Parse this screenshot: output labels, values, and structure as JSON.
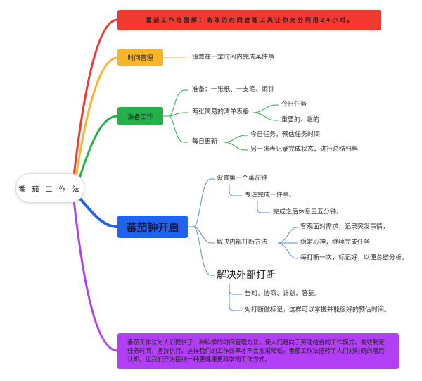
{
  "center": {
    "label": "番 茄 工 作 法"
  },
  "branches": {
    "title": {
      "label": "番 茄 工 作 法 图 解 ： 高 效 的 时 间 管 理 工 具 让 你 充 分 利 用 2 4 小 时 。",
      "color": "#f2392f"
    },
    "time": {
      "label": "时间管理",
      "color": "#f7b52c",
      "children": [
        "设置在一定时间内完成某件事"
      ]
    },
    "prep": {
      "label": "准备工作",
      "color": "#26b04a",
      "c1": "准备：一张纸、一支笔、闹钟",
      "c2": "两张简易的清单表格",
      "c2a": "今日任务",
      "c2b": "重要的、急的",
      "c3": "每日更新",
      "c3a": "今日任务，预估任务时间",
      "c3b": "另一张表记录完成状态，进行总结归档"
    },
    "start": {
      "label": "蕃茄钟开启",
      "color": "#1f63ee",
      "c1": "设置第一个蕃茄钟",
      "c1a": "专注完成一件事。",
      "c1b": "完成之后休息三五分钟。",
      "c2": "解决内部打断方法",
      "c2a": "客观面对需求，记录突发事情，",
      "c2b": "稳定心神，继续完成任务",
      "c2c": "每打断一次，标记好，以便总结分析。",
      "c3": "解决外部打断",
      "c3a": "告知、协商、计划、答复。",
      "c3b": "对打断做标记，这样可以掌握并能很好的预估时间。"
    },
    "summary": {
      "label": "番茄工作法为人们提供了一种科学的时间管理方法，使人们趋向于劳逸结合的工作模式。有效制定任务时间，坚持执行。这样我们的工作效率才不会愈渐降低。番茄工作法扭转了人们对时间的落后认知，让我们开始接纳一种更健康更科学的工作方式。",
      "color": "#b23ff5"
    }
  }
}
